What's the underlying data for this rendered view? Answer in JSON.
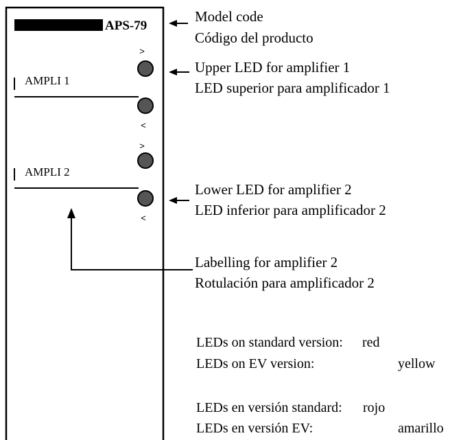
{
  "panel": {
    "model": "APS-79",
    "channels": [
      {
        "label": "AMPLI 1",
        "upper_arrow": ">",
        "lower_arrow": "<"
      },
      {
        "label": "AMPLI 2",
        "upper_arrow": ">",
        "lower_arrow": "<"
      }
    ]
  },
  "callouts": {
    "model_code": {
      "line_en": "Model code",
      "line_es": "Código del producto"
    },
    "upper_led": {
      "line_en": "Upper LED for amplifier 1",
      "line_es": "LED superior para amplificador 1"
    },
    "lower_led": {
      "line_en": "Lower LED for amplifier 2",
      "line_es": "LED inferior para amplificador 2"
    },
    "labelling": {
      "line_en": "Labelling for amplifier 2",
      "line_es": "Rotulación para amplificador 2"
    }
  },
  "notes": {
    "en": [
      {
        "label": "LEDs on standard version:",
        "value": "red"
      },
      {
        "label": "LEDs on EV version:",
        "value": "yellow"
      }
    ],
    "es": [
      {
        "label": "LEDs en versión standard:",
        "value": "rojo"
      },
      {
        "label": "LEDs en versión EV:",
        "value": "amarillo"
      }
    ]
  },
  "colors": {
    "led_fill": "#555555",
    "ink": "#000000",
    "background": "#ffffff"
  }
}
